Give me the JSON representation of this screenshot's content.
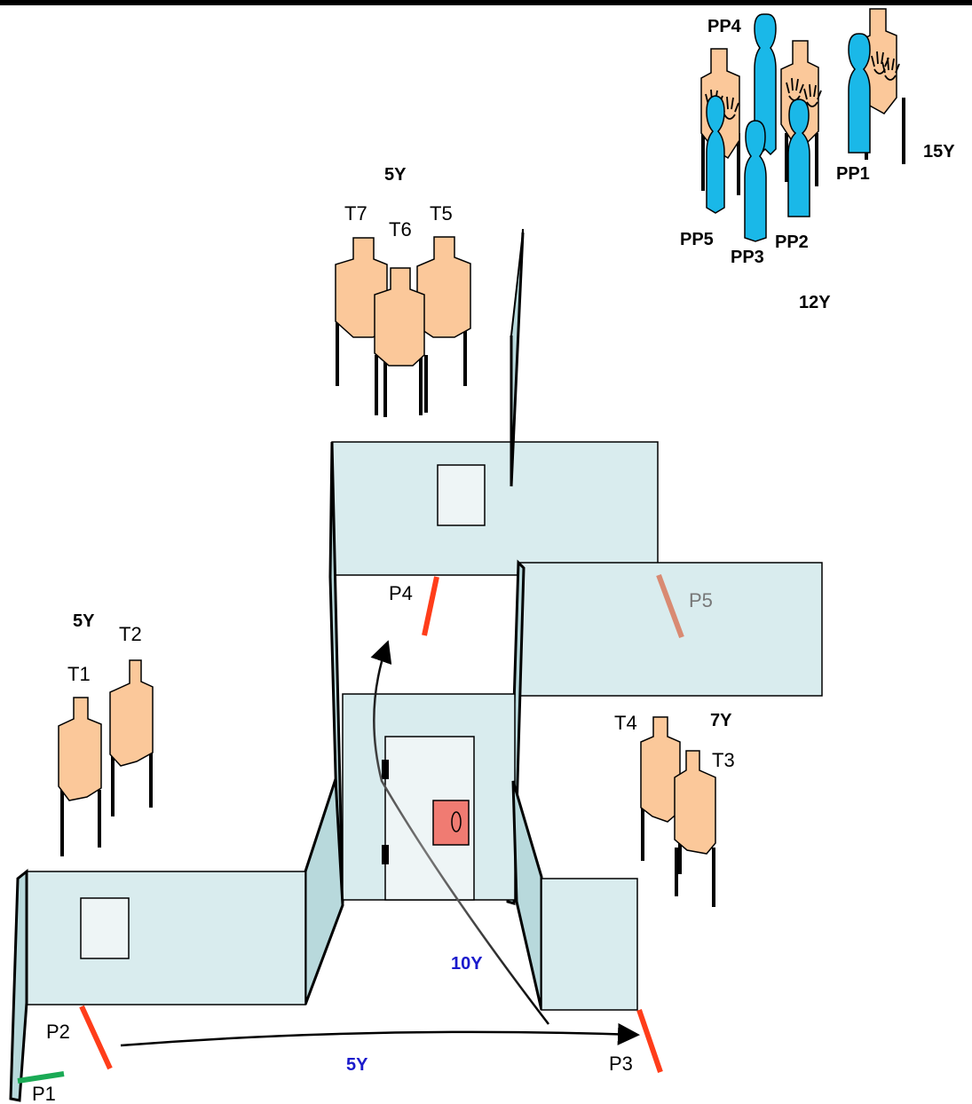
{
  "colors": {
    "wall": "#d9ecee",
    "target": "#fbc89a",
    "no_shoot": "#1ab8e8",
    "fault_line": "#ff3d1a",
    "start_line": "#1aaa55",
    "p5_line": "#d98a72",
    "p5_label": "#777777",
    "distance_blue": "#1a1acc",
    "switch_box": "#f07b72"
  },
  "targets": {
    "t1": "T1",
    "t2": "T2",
    "t3": "T3",
    "t4": "T4",
    "t5": "T5",
    "t6": "T6",
    "t7": "T7"
  },
  "no_shoots": {
    "pp1": "PP1",
    "pp2": "PP2",
    "pp3": "PP3",
    "pp4": "PP4",
    "pp5": "PP5"
  },
  "positions": {
    "p1": "P1",
    "p2": "P2",
    "p3": "P3",
    "p4": "P4",
    "p5": "P5"
  },
  "distances": {
    "d_t1_t2": "5Y",
    "d_t5_t7": "5Y",
    "d_t3_t4": "7Y",
    "d_12": "12Y",
    "d_15": "15Y",
    "d_move_p2_p3": "5Y",
    "d_move_p3_p4": "10Y"
  },
  "icons": [
    "shooter-target",
    "no-shoot-target",
    "hand-icon",
    "door-icon",
    "switch-icon"
  ]
}
